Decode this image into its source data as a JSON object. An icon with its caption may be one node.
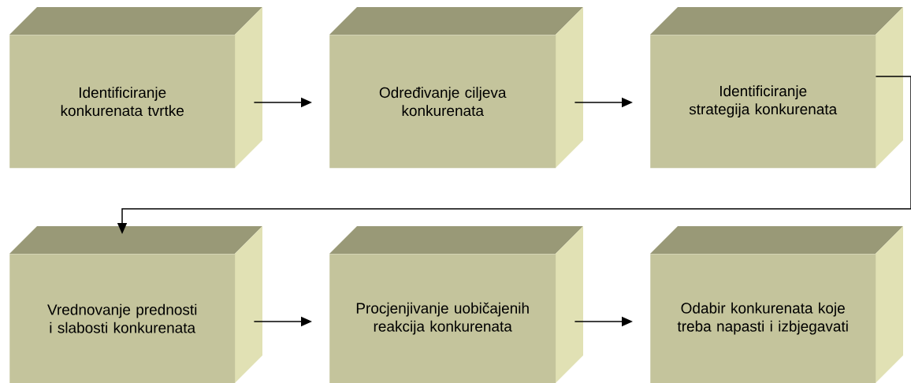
{
  "diagram": {
    "nodes": [
      {
        "text": [
          "Identificiranje konkurenata tvrtke"
        ]
      },
      {
        "text": [
          "Određivanje ciljeva konkurenata"
        ]
      },
      {
        "text": [
          "Identificiranje strategija konkurenata"
        ]
      },
      {
        "text": [
          "Vrednovanje prednosti i slabosti konkurenata"
        ]
      },
      {
        "text": [
          "Procjenjivanje uobičajenih reakcija konkurenata"
        ]
      },
      {
        "text": [
          "Odabir konkurenata koje treba napasti i izbjegavati"
        ]
      }
    ],
    "edges": [
      {
        "from": 0,
        "to": 1,
        "arrow": "to"
      },
      {
        "from": 1,
        "to": 2,
        "arrow": "to"
      },
      {
        "from": 2,
        "to": 3,
        "arrow": "to"
      },
      {
        "from": 3,
        "to": 4,
        "arrow": "to"
      },
      {
        "from": 4,
        "to": 5,
        "arrow": "to"
      }
    ]
  }
}
